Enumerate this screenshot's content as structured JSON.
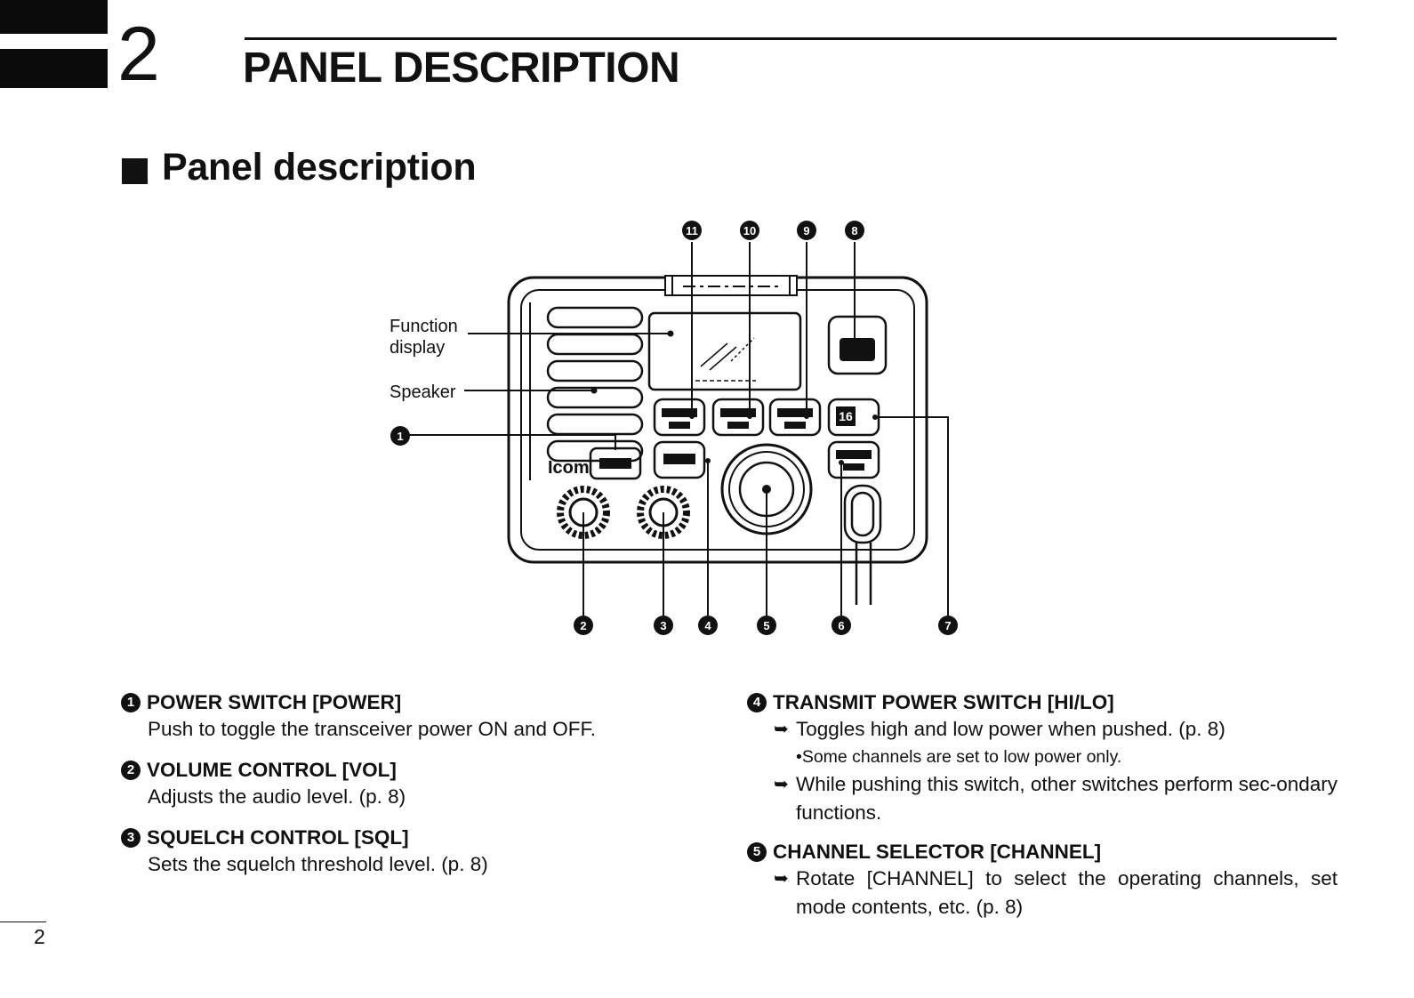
{
  "chapter": {
    "number": "2",
    "title": "PANEL DESCRIPTION"
  },
  "section": {
    "title": "Panel description"
  },
  "diagram": {
    "callouts": {
      "c1": "1",
      "c2": "2",
      "c3": "3",
      "c4": "4",
      "c5": "5",
      "c6": "6",
      "c7": "7",
      "c8": "8",
      "c9": "9",
      "c10": "10",
      "c11": "11"
    },
    "labels": {
      "function_display_1": "Function",
      "function_display_2": "display",
      "speaker": "Speaker",
      "brand": "Icom"
    },
    "button_16": "16"
  },
  "items": [
    {
      "num": "1",
      "title": "POWER SWITCH [POWER]",
      "text": "Push to toggle the transceiver power ON and OFF."
    },
    {
      "num": "2",
      "title": "VOLUME CONTROL [VOL]",
      "text": "Adjusts the audio level. (p. 8)"
    },
    {
      "num": "3",
      "title": "SQUELCH CONTROL [SQL]",
      "text": "Sets the squelch threshold level. (p. 8)"
    },
    {
      "num": "4",
      "title": "TRANSMIT POWER SWITCH [HI/LO]",
      "arrow": "➥",
      "line1": "Toggles high and low power when pushed. (p. 8)",
      "bullet": "•Some channels are set to low power only.",
      "line2": "While pushing this switch, other switches perform sec-ondary functions."
    },
    {
      "num": "5",
      "title": "CHANNEL SELECTOR [CHANNEL]",
      "arrow": "➥",
      "line1": "Rotate [CHANNEL] to select the operating channels, set mode contents, etc. (p. 8)"
    }
  ],
  "page_number": "2"
}
